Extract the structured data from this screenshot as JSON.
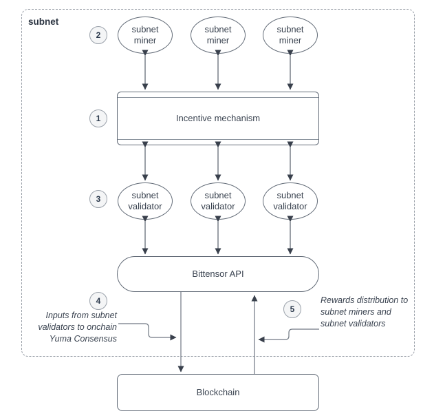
{
  "diagram": {
    "container_label": "subnet",
    "badges": [
      "1",
      "2",
      "3",
      "4",
      "5"
    ],
    "nodes": {
      "miners": [
        "subnet miner",
        "subnet miner",
        "subnet miner"
      ],
      "incentive": "Incentive mechanism",
      "validators": [
        "subnet validator",
        "subnet validator",
        "subnet validator"
      ],
      "api": "Bittensor API",
      "blockchain": "Blockchain"
    },
    "annotations": {
      "left": "Inputs from subnet validators to onchain Yuma Consensus",
      "right": "Rewards distribution to subnet miners and subnet validators"
    },
    "colors": {
      "background": "#ffffff",
      "frame_border": "#979da6",
      "shape_border": "#616a76",
      "text": "#3a4350",
      "badge_fill": "#f4f5f6",
      "badge_border": "#9aa1aa",
      "arrow_shaft": "#6e7681",
      "arrowhead": "#39404c"
    }
  }
}
